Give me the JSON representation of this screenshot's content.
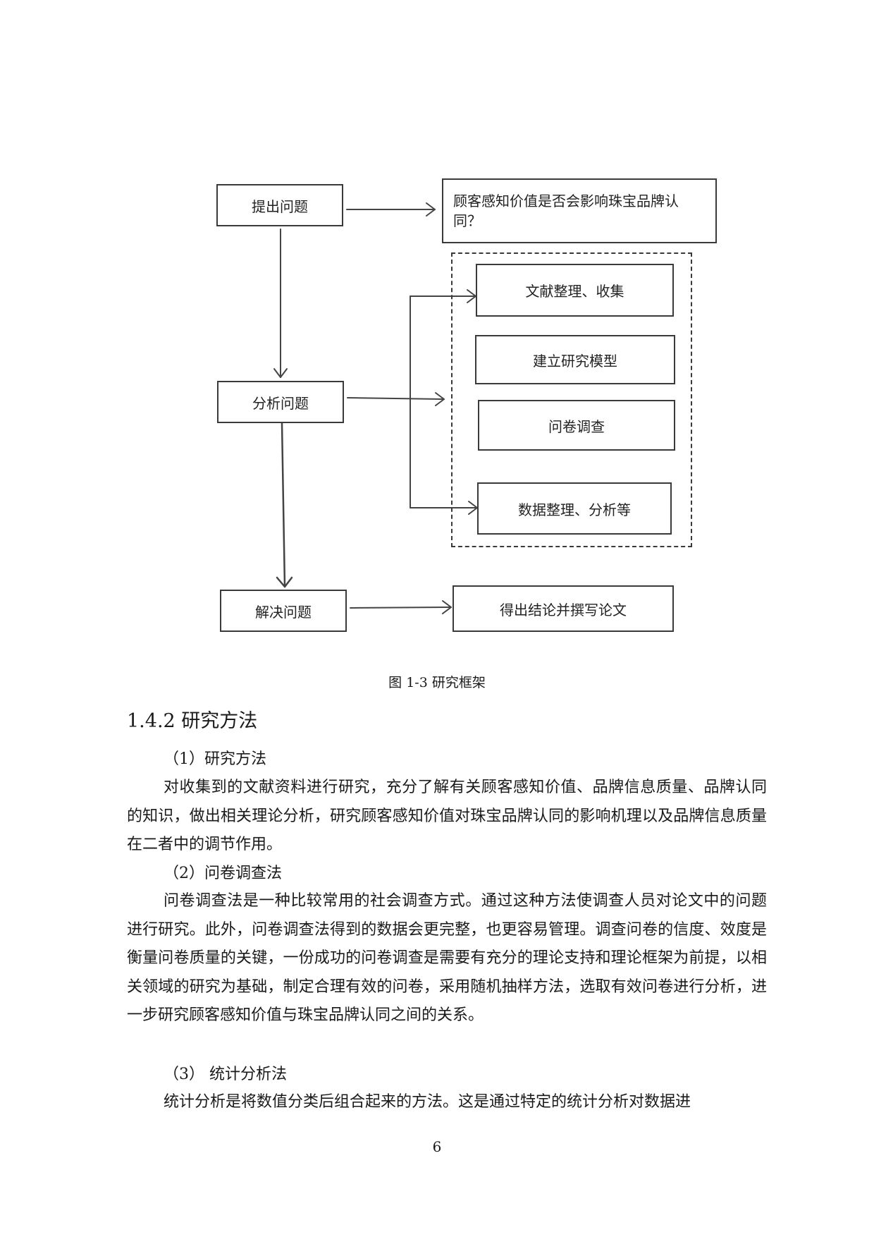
{
  "figure": {
    "boxes": {
      "propose": "提出问题",
      "question": "顾客感知价值是否会影响珠宝品牌认同？",
      "analyze": "分析问题",
      "literature": "文献整理、收集",
      "model": "建立研究模型",
      "survey": "问卷调查",
      "data": "数据整理、分析等",
      "solve": "解决问题",
      "conclude": "得出结论并撰写论文"
    },
    "caption": "图 1-3 研究框架"
  },
  "section": {
    "title": "1.4.2 研究方法",
    "items": [
      {
        "heading": "（1）研究方法",
        "body": "对收集到的文献资料进行研究，充分了解有关顾客感知价值、品牌信息质量、品牌认同的知识，做出相关理论分析，研究顾客感知价值对珠宝品牌认同的影响机理以及品牌信息质量在二者中的调节作用。"
      },
      {
        "heading": "（2）问卷调查法",
        "body": "问卷调查法是一种比较常用的社会调查方式。通过这种方法使调查人员对论文中的问题进行研究。此外，问卷调查法得到的数据会更完整，也更容易管理。调查问卷的信度、效度是衡量问卷质量的关键，一份成功的问卷调查是需要有充分的理论支持和理论框架为前提，以相关领域的研究为基础，制定合理有效的问卷，采用随机抽样方法，选取有效问卷进行分析，进一步研究顾客感知价值与珠宝品牌认同之间的关系。"
      },
      {
        "heading": "（3） 统计分析法",
        "body": "统计分析是将数值分类后组合起来的方法。这是通过特定的统计分析对数据进"
      }
    ]
  },
  "page_number": "6"
}
